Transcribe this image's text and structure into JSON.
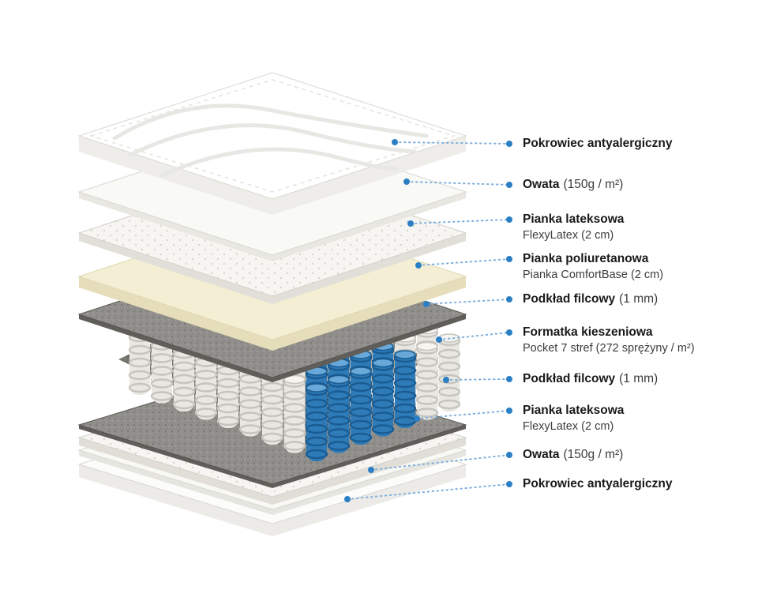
{
  "page": {
    "background": "#ffffff"
  },
  "diagram": {
    "accent_color": "#2b7fc4",
    "leader_line_color": "#7fb0dd",
    "spring_highlight_color": "#2e7bb8",
    "layers": [
      {
        "title": "Pokrowiec antyalergiczny",
        "suffix": "",
        "subtitle": ""
      },
      {
        "title": "Owata",
        "suffix": "(150g / m²)",
        "subtitle": ""
      },
      {
        "title": "Pianka lateksowa",
        "suffix": "",
        "subtitle": "FlexyLatex (2 cm)"
      },
      {
        "title": "Pianka poliuretanowa",
        "suffix": "",
        "subtitle": "Pianka ComfortBase (2 cm)"
      },
      {
        "title": "Podkład filcowy",
        "suffix": "(1 mm)",
        "subtitle": ""
      },
      {
        "title": "Formatka kieszeniowa",
        "suffix": "",
        "subtitle": "Pocket 7 stref (272 sprężyny / m²)"
      },
      {
        "title": "Podkład filcowy",
        "suffix": "(1 mm)",
        "subtitle": ""
      },
      {
        "title": "Pianka lateksowa",
        "suffix": "",
        "subtitle": "FlexyLatex (2 cm)"
      },
      {
        "title": "Owata",
        "suffix": "(150g / m²)",
        "subtitle": ""
      },
      {
        "title": "Pokrowiec antyalergiczny",
        "suffix": "",
        "subtitle": ""
      }
    ]
  }
}
